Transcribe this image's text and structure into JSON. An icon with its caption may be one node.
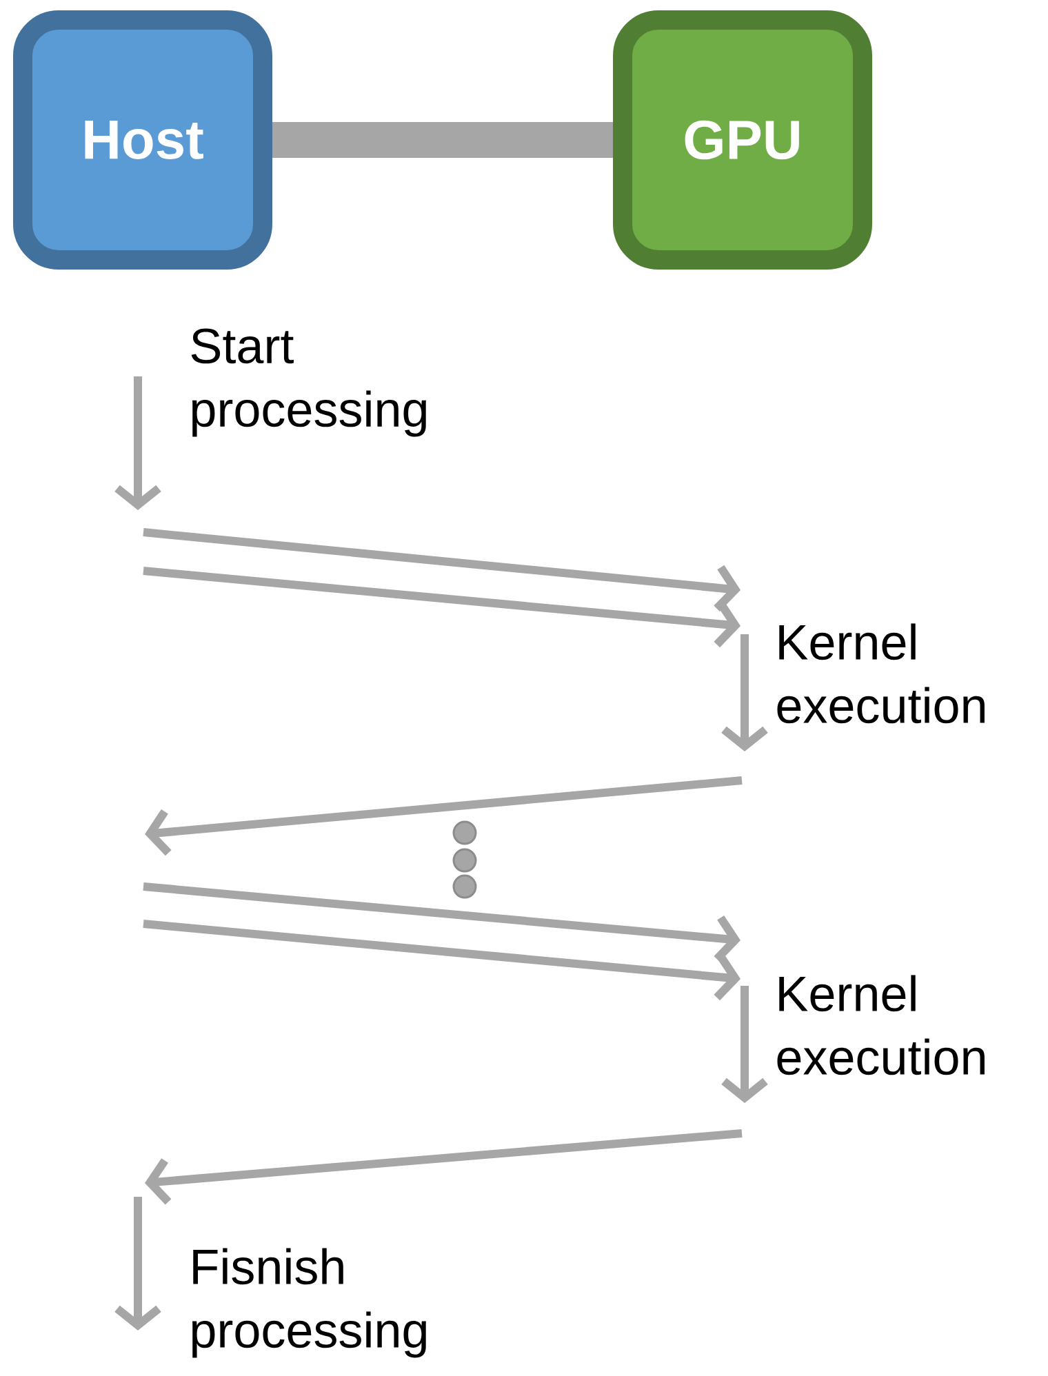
{
  "diagram": {
    "nodes": [
      {
        "text": [
          "Host"
        ]
      },
      {
        "text": [
          "GPU"
        ]
      }
    ],
    "edges": [
      {
        "from": 0,
        "to": 1,
        "arrow": "none"
      }
    ],
    "labels": [
      "Start processing",
      "Kernel execution",
      "Kernel execution",
      "Fisnish processing"
    ]
  }
}
